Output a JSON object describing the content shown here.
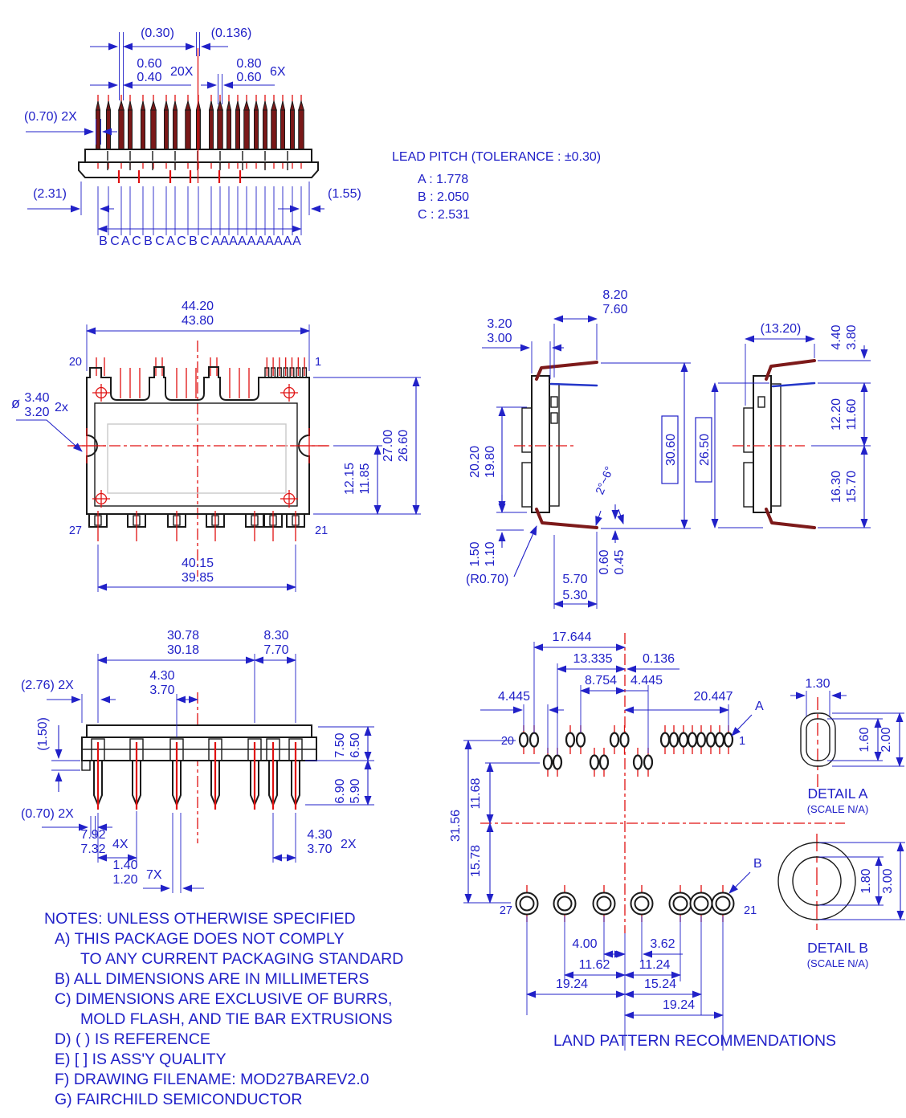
{
  "front_view": {
    "dim_030": "(0.30)",
    "dim_0136": "(0.136)",
    "dim_060": "0.60",
    "dim_040": "0.40",
    "qty_20x": "20X",
    "dim_080": "0.80",
    "dim_060b": "0.60",
    "qty_6x": "6X",
    "dim_070_2x": "(0.70) 2X",
    "dim_231": "(2.31)",
    "dim_155": "(1.55)",
    "pin_letters": [
      "B",
      "C",
      "A",
      "C",
      "B",
      "C",
      "A",
      "C",
      "B",
      "C",
      "A",
      "A",
      "A",
      "A",
      "A",
      "A",
      "A",
      "A",
      "A",
      "A"
    ]
  },
  "lead_pitch": {
    "title": "LEAD PITCH (TOLERANCE : ±0.30)",
    "a": "A : 1.778",
    "b": "B : 2.050",
    "c": "C : 2.531"
  },
  "plan_view": {
    "dim_width_max": "44.20",
    "dim_width_min": "43.80",
    "pin_20": "20",
    "pin_1": "1",
    "pin_27": "27",
    "pin_21": "21",
    "phi": "ø",
    "dim_hole_max": "3.40",
    "dim_hole_min": "3.20",
    "qty_2x": "2x",
    "dim_height_max": "27.00",
    "dim_height_min": "26.60",
    "dim_1215": "12.15",
    "dim_1185": "11.85",
    "dim_4015": "40.15",
    "dim_3985": "39.85"
  },
  "side_view": {
    "dim_820": "8.20",
    "dim_760": "7.60",
    "dim_320": "3.20",
    "dim_300": "3.00",
    "dim_2020": "20.20",
    "dim_1980": "19.80",
    "dim_3060": "30.60",
    "dim_150": "1.50",
    "dim_110": "1.10",
    "dim_r070": "(R0.70)",
    "dim_570": "5.70",
    "dim_530": "5.30",
    "dim_060": "0.60",
    "dim_045": "0.45",
    "angle": "2°~6°"
  },
  "right_view": {
    "dim_1320": "(13.20)",
    "dim_440": "4.40",
    "dim_380": "3.80",
    "dim_1220": "12.20",
    "dim_1160": "11.60",
    "dim_1630": "16.30",
    "dim_1570": "15.70",
    "dim_2650": "26.50"
  },
  "bottom_view": {
    "dim_3078": "30.78",
    "dim_3018": "30.18",
    "dim_830": "8.30",
    "dim_770": "7.70",
    "dim_430": "4.30",
    "dim_370": "3.70",
    "dim_276": "(2.76) 2X",
    "dim_150": "(1.50)",
    "dim_750": "7.50",
    "dim_650": "6.50",
    "dim_690": "6.90",
    "dim_590": "5.90",
    "dim_070": "(0.70) 2X",
    "dim_792": "7.92",
    "dim_732": "7.32",
    "qty_4x": "4X",
    "dim_140": "1.40",
    "dim_120": "1.20",
    "qty_7x": "7X",
    "dim_430b": "4.30",
    "dim_370b": "3.70",
    "qty_2x": "2X"
  },
  "land_pattern": {
    "title": "LAND PATTERN RECOMMENDATIONS",
    "dim_17644": "17.644",
    "dim_13335": "13.335",
    "dim_0136": "0.136",
    "dim_8754": "8.754",
    "dim_4445l": "4.445",
    "dim_4445r": "4.445",
    "dim_20447": "20.447",
    "dim_3156": "31.56",
    "dim_1168": "11.68",
    "dim_1578": "15.78",
    "dim_400": "4.00",
    "dim_362": "3.62",
    "dim_1162": "11.62",
    "dim_1124": "11.24",
    "dim_1924l": "19.24",
    "dim_1524": "15.24",
    "dim_1924b": "19.24",
    "pin_20": "20",
    "pin_1": "1",
    "pin_27": "27",
    "pin_21": "21",
    "label_a": "A",
    "label_b": "B"
  },
  "detail_a": {
    "title": "DETAIL A",
    "scale": "(SCALE N/A)",
    "dim_130": "1.30",
    "dim_160": "1.60",
    "dim_200": "2.00"
  },
  "detail_b": {
    "title": "DETAIL B",
    "scale": "(SCALE N/A)",
    "dim_180": "1.80",
    "dim_300": "3.00"
  },
  "notes": {
    "line1": "NOTES: UNLESS OTHERWISE SPECIFIED",
    "line2": "A) THIS PACKAGE DOES NOT COMPLY",
    "line3": "TO ANY CURRENT PACKAGING STANDARD",
    "line4": "B) ALL DIMENSIONS ARE IN MILLIMETERS",
    "line5": "C) DIMENSIONS ARE EXCLUSIVE OF BURRS,",
    "line6": "MOLD FLASH, AND TIE BAR EXTRUSIONS",
    "line7": "D) ( ) IS REFERENCE",
    "line8": "E) [ ] IS ASS'Y QUALITY",
    "line9": "F) DRAWING FILENAME: MOD27BAREV2.0",
    "line10": "G) FAIRCHILD SEMICONDUCTOR"
  },
  "colors": {
    "dimension": "#2121c8",
    "outline": "#1a1a1a",
    "centerline": "#e01111",
    "lead": "#7d1a1a"
  }
}
